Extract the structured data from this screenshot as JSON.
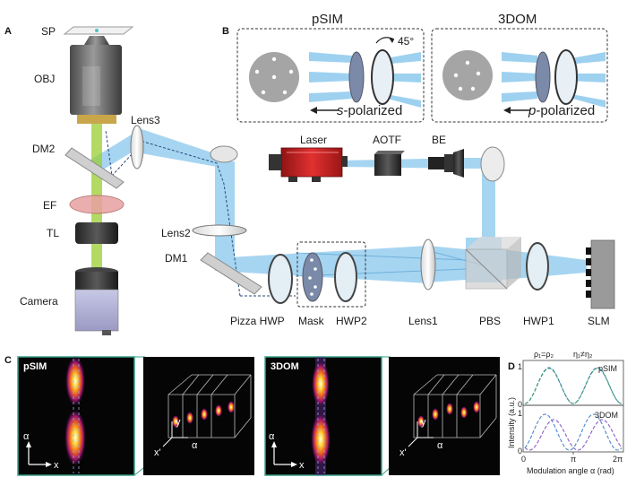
{
  "panels": {
    "a": "A",
    "b": "B",
    "c": "C",
    "d": "D"
  },
  "labels": {
    "sp": "SP",
    "obj": "OBJ",
    "dm2": "DM2",
    "lens3": "Lens3",
    "ef": "EF",
    "tl": "TL",
    "camera": "Camera",
    "lens2": "Lens2",
    "dm1": "DM1",
    "laser": "Laser",
    "aotf": "AOTF",
    "be": "BE",
    "pizza_hwp": "Pizza HWP",
    "mask": "Mask",
    "hwp2": "HWP2",
    "lens1": "Lens1",
    "pbs": "PBS",
    "hwp1": "HWP1",
    "slm": "SLM"
  },
  "panel_b": {
    "psim_title": "pSIM",
    "dom_title": "3DOM",
    "angle": "45°",
    "psim_pol_prefix": "s",
    "pol_suffix": "-polarized",
    "dom_pol_prefix": "p"
  },
  "panel_c": {
    "psim_label": "pSIM",
    "dom_label": "3DOM",
    "axis_alpha": "α",
    "axis_x": "x",
    "axis_y": "y",
    "axis_xp": "x'"
  },
  "panel_d": {
    "header_left": "ρ₁=ρ₂",
    "header_right": "η₁≠η₂",
    "psim_tag": "pSIM",
    "dom_tag": "3DOM",
    "ylabel": "Intensity (a.u.)",
    "xlabel": "Modulation angle α (rad)",
    "x_ticks": [
      "0",
      "π",
      "2π"
    ],
    "y_ticks": [
      "1",
      "0"
    ],
    "colors": {
      "blue": "#4f86c6",
      "green": "#3e9a7a",
      "purple": "#8a5cc7"
    }
  }
}
